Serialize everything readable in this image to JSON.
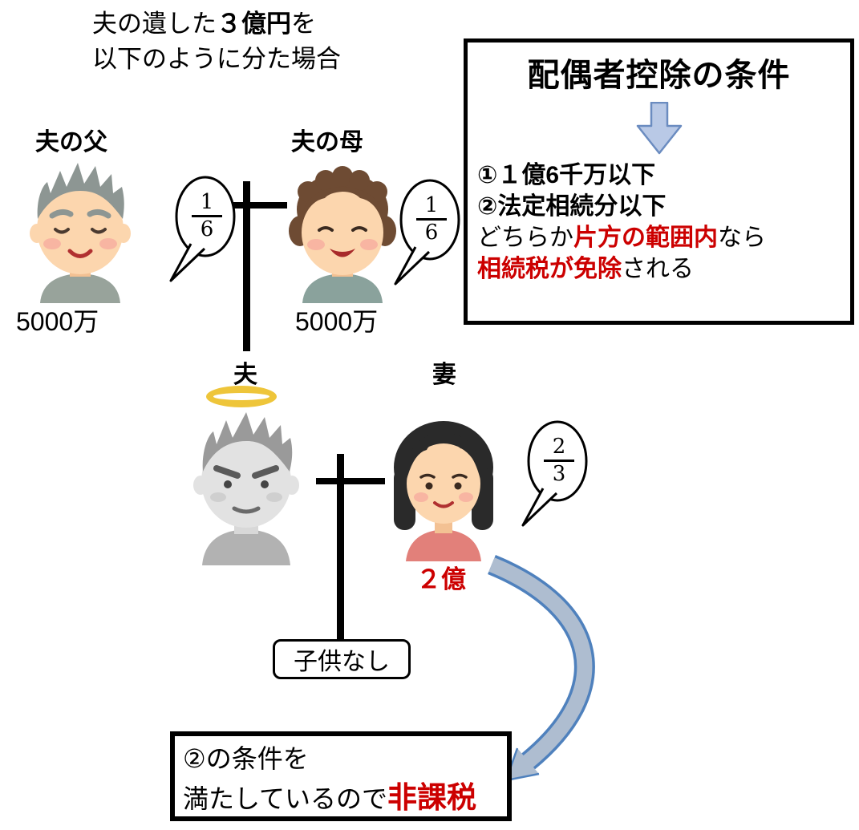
{
  "header": {
    "line1_pre": "夫の遺した",
    "line1_bold": "３億円",
    "line1_post": "を",
    "line2": "以下のように分た場合"
  },
  "people": {
    "father": {
      "label": "夫の父",
      "share_num": "1",
      "share_den": "6",
      "amount": "5000万"
    },
    "mother": {
      "label": "夫の母",
      "share_num": "1",
      "share_den": "6",
      "amount": "5000万"
    },
    "husband": {
      "label": "夫"
    },
    "wife": {
      "label": "妻",
      "share_num": "2",
      "share_den": "3",
      "amount": "２億"
    },
    "children_note": "子供なし"
  },
  "conditions_box": {
    "title": "配偶者控除の条件",
    "item1": "①１億6千万以下",
    "item2": "②法定相続分以下",
    "item3_pre": "どちらか",
    "item3_red": "片方の範囲内",
    "item3_post": "なら",
    "item4_red": "相続税が免除",
    "item4_post": "される"
  },
  "result_box": {
    "line1": "②の条件を",
    "line2_pre": "満たしているので",
    "line2_red": "非課税"
  },
  "colors": {
    "highlight_red": "#cc0000",
    "line_black": "#000000",
    "down_arrow_fill": "#b9c9e6",
    "down_arrow_stroke": "#6b8cc0",
    "curve_arrow_fill": "#aebdd0",
    "curve_arrow_stroke": "#4f81bd",
    "halo_yellow": "#eec53a"
  }
}
